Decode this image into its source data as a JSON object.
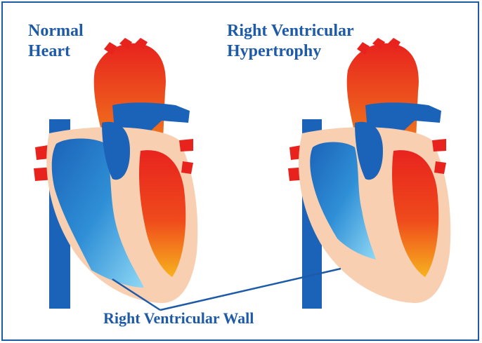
{
  "labels": {
    "left_title_line1": "Normal",
    "left_title_line2": "Heart",
    "right_title_line1": "Right Ventricular",
    "right_title_line2": "Hypertrophy",
    "wall_label": "Right Ventricular Wall"
  },
  "colors": {
    "label_blue": "#1d5aa8",
    "aorta_red": "#e8231e",
    "vessel_blue": "#1b63b8",
    "chamber_blue": "#3aa7e0",
    "muscle_peach": "#f8cfb0",
    "ventricle_orange": "#f39a1e"
  }
}
